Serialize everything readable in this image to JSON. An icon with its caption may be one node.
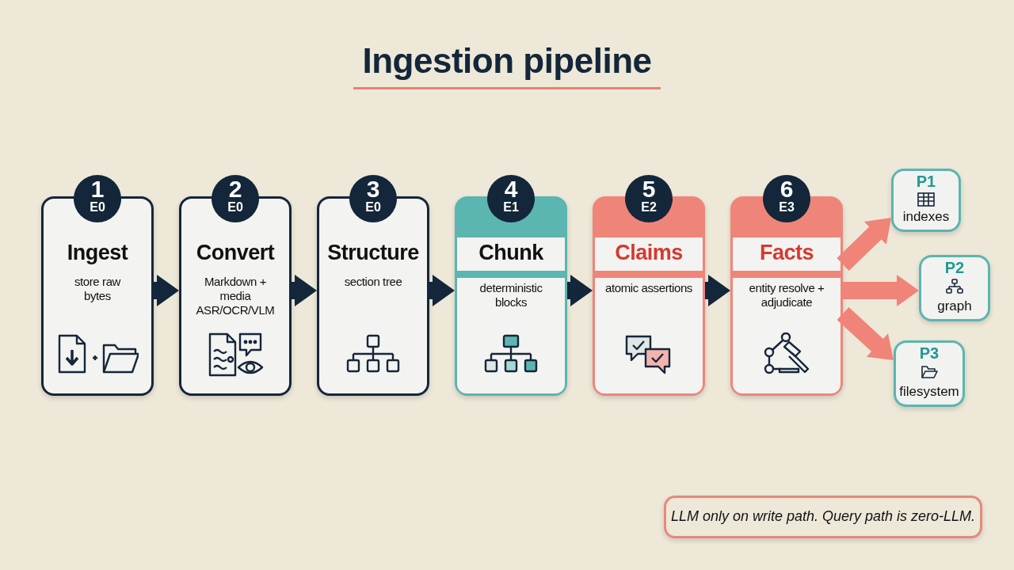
{
  "diagram": {
    "title": "Ingestion pipeline",
    "nodes": [
      {
        "text": [
          "1",
          "E0",
          "Ingest",
          "store raw bytes"
        ]
      },
      {
        "text": [
          "2",
          "E0",
          "Convert",
          "Markdown + media ASR/OCR/VLM"
        ]
      },
      {
        "text": [
          "3",
          "E0",
          "Structure",
          "section tree"
        ]
      },
      {
        "text": [
          "4",
          "E1",
          "Chunk",
          "deterministic blocks"
        ]
      },
      {
        "text": [
          "5",
          "E2",
          "Claims",
          "atomic assertions"
        ]
      },
      {
        "text": [
          "6",
          "E3",
          "Facts",
          "entity resolve + adjudicate"
        ]
      },
      {
        "text": [
          "P1",
          "indexes"
        ]
      },
      {
        "text": [
          "P2",
          "graph"
        ]
      },
      {
        "text": [
          "P3",
          "filesystem"
        ]
      },
      {
        "text": [
          "LLM only on write path. Query path is zero-LLM."
        ]
      }
    ],
    "edges": [
      {
        "from": 0,
        "to": 1,
        "arrow": "to"
      },
      {
        "from": 1,
        "to": 2,
        "arrow": "to"
      },
      {
        "from": 2,
        "to": 3,
        "arrow": "to"
      },
      {
        "from": 3,
        "to": 4,
        "arrow": "to"
      },
      {
        "from": 4,
        "to": 5,
        "arrow": "to"
      },
      {
        "from": 5,
        "to": 6,
        "arrow": "to",
        "color": "#f08479"
      },
      {
        "from": 5,
        "to": 7,
        "arrow": "to",
        "color": "#f08479"
      },
      {
        "from": 5,
        "to": 8,
        "arrow": "to",
        "color": "#f08479"
      }
    ]
  }
}
